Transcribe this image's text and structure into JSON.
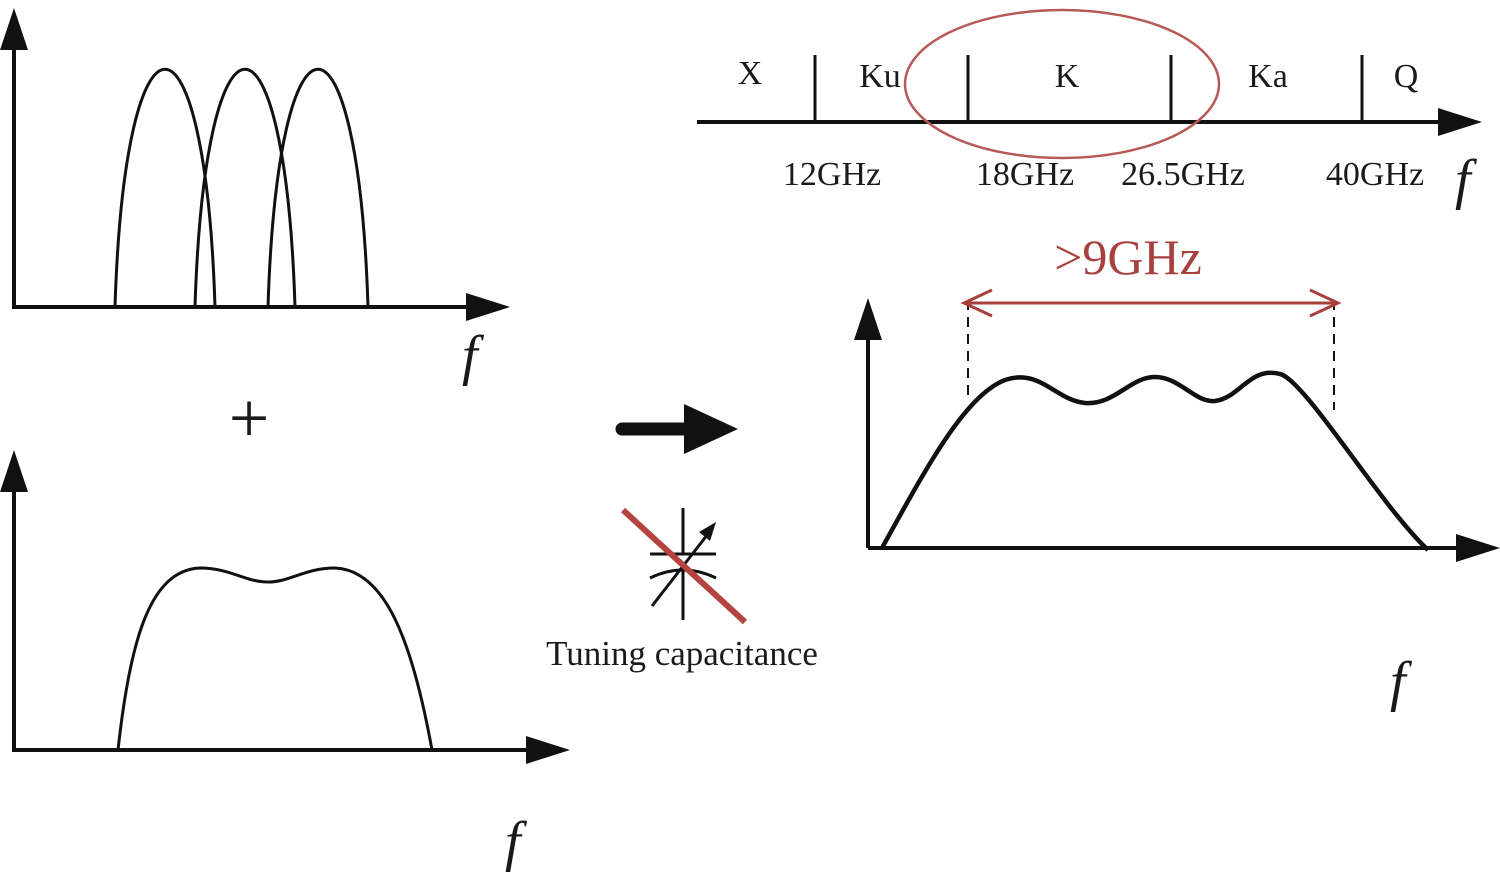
{
  "axis_symbol": "f",
  "combine_symbol": "+",
  "band_chart": {
    "bands": [
      "X",
      "Ku",
      "K",
      "Ka",
      "Q"
    ],
    "frequencies": [
      "12GHz",
      "18GHz",
      "26.5GHz",
      "40GHz"
    ],
    "highlighted_band": "K"
  },
  "result": {
    "bandwidth_label": ">9GHz"
  },
  "component": {
    "label": "Tuning capacitance",
    "status": "crossed-out",
    "icon": "variable-capacitor-icon"
  },
  "colors": {
    "line": "#111111",
    "accent": "#a8403d"
  }
}
